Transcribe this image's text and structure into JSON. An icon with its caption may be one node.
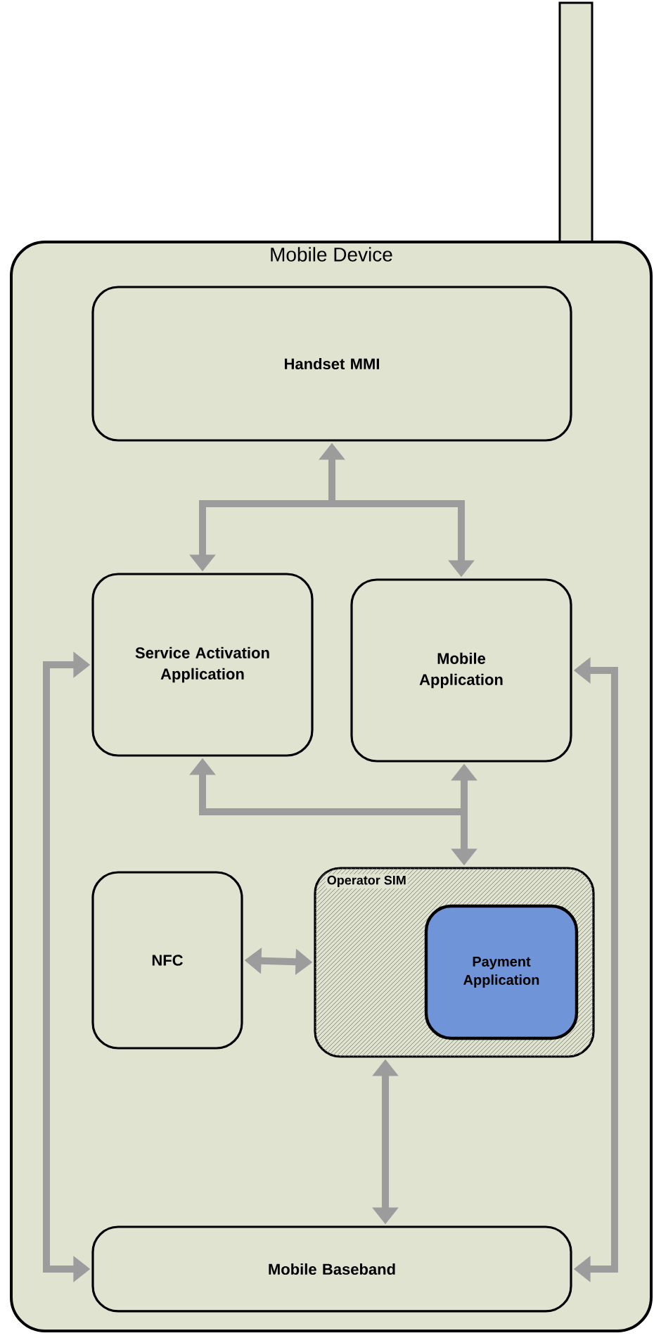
{
  "diagram": {
    "nodes": [
      {
        "text": [
          "Mobile Device"
        ]
      },
      {
        "text": [
          "Handset MMI"
        ],
        "in": 0
      },
      {
        "text": [
          "Service Activation Application"
        ],
        "in": 0
      },
      {
        "text": [
          "Mobile Application"
        ],
        "in": 0
      },
      {
        "text": [
          "NFC"
        ],
        "in": 0
      },
      {
        "text": [
          "Operator SIM"
        ],
        "in": 0
      },
      {
        "text": [
          "Payment Application"
        ],
        "in": 5
      },
      {
        "text": [
          "Mobile Baseband"
        ],
        "in": 0
      }
    ],
    "edges": [
      {
        "from": 1,
        "to": 2,
        "arrow": "both"
      },
      {
        "from": 1,
        "to": 3,
        "arrow": "both"
      },
      {
        "from": 2,
        "to": 5,
        "arrow": "both"
      },
      {
        "from": 3,
        "to": 5,
        "arrow": "both"
      },
      {
        "from": 4,
        "to": 5,
        "arrow": "both"
      },
      {
        "from": 5,
        "to": 7,
        "arrow": "both"
      },
      {
        "from": 2,
        "to": 7,
        "arrow": "both"
      },
      {
        "from": 3,
        "to": 7,
        "arrow": "both"
      }
    ]
  }
}
